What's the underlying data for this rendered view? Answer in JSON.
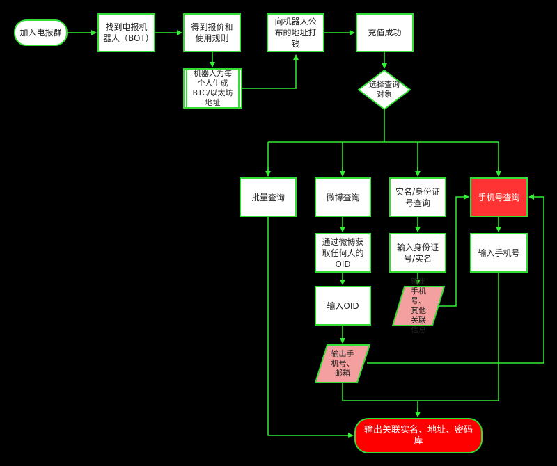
{
  "nodes": {
    "join_group": "加入电报群",
    "find_bot": "找到电报机器人（BOT）",
    "get_quote": "得到报价和使用规则",
    "bot_address": "机器人为每个人生成BTC/以太坊地址",
    "pay_bot": "向机器人公布的地址打钱",
    "recharge_success": "充值成功",
    "choose_target": "选择查询对象",
    "batch_query": "批量查询",
    "weibo_query": "微博查询",
    "realname_query": "实名/身份证号查询",
    "phone_query": "手机号查询",
    "get_oid": "通过微博获取任何人的OID",
    "input_id": "输入身份证号/实名",
    "input_phone": "输入手机号",
    "input_oid": "输入OID",
    "output_phone_other": "输出手机号、其他关联信息",
    "output_phone_email": "输出手机号、邮箱",
    "output_final": "输出关联实名、地址、密码库"
  },
  "colors": {
    "line": "#33ee33",
    "highlight": "#ff3333",
    "output_fill": "#f4a0a0",
    "terminal": "#ff0000"
  }
}
